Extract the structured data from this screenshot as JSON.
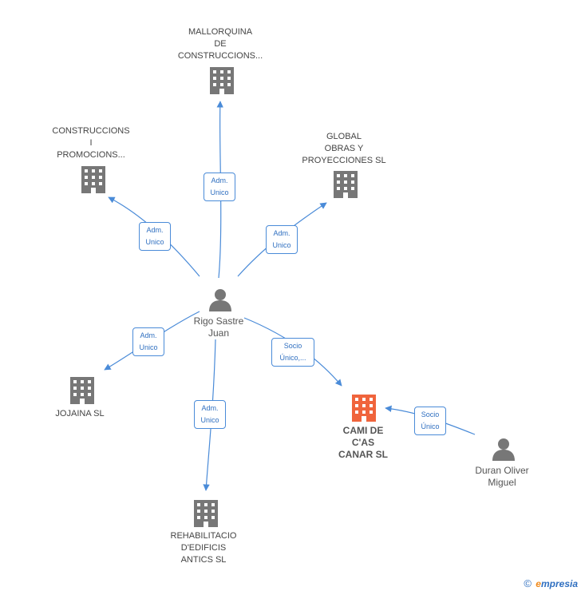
{
  "nodes": {
    "mallorquina": {
      "lines": [
        "MALLORQUINA",
        "DE",
        "CONSTRUCCIONS..."
      ]
    },
    "construcciones": {
      "lines": [
        "CONSTRUCCIONS",
        "I",
        "PROMOCIONS..."
      ]
    },
    "global": {
      "lines": [
        "GLOBAL",
        "OBRAS Y",
        "PROYECCIONES SL"
      ]
    },
    "rigo": {
      "lines": [
        "Rigo Sastre",
        "Juan"
      ]
    },
    "jojaina": {
      "lines": [
        "JOJAINA SL"
      ]
    },
    "cami": {
      "lines": [
        "CAMI DE",
        "C'AS",
        "CANAR SL"
      ]
    },
    "duran": {
      "lines": [
        "Duran Oliver",
        "Miguel"
      ]
    },
    "rehabilitacio": {
      "lines": [
        "REHABILITACIO",
        "D'EDIFICIS",
        "ANTICS SL"
      ]
    }
  },
  "edges": {
    "to_mallorquina": [
      "Adm.",
      "Unico"
    ],
    "to_construcciones": [
      "Adm.",
      "Unico"
    ],
    "to_global": [
      "Adm.",
      "Unico"
    ],
    "to_jojaina": [
      "Adm.",
      "Unico"
    ],
    "to_cami": [
      "Socio",
      "Único,..."
    ],
    "to_rehabilitacio": [
      "Adm.",
      "Unico"
    ],
    "duran_to_cami": [
      "Socio",
      "Único"
    ]
  },
  "colors": {
    "edge": "#4a8bd8",
    "building": "#777777",
    "building_focus": "#f0643c",
    "person": "#777777"
  },
  "icons": {
    "company": "building-icon",
    "person": "person-icon"
  },
  "footer": {
    "copyright": "©",
    "brand_e": "e",
    "brand_rest": "mpresia"
  }
}
